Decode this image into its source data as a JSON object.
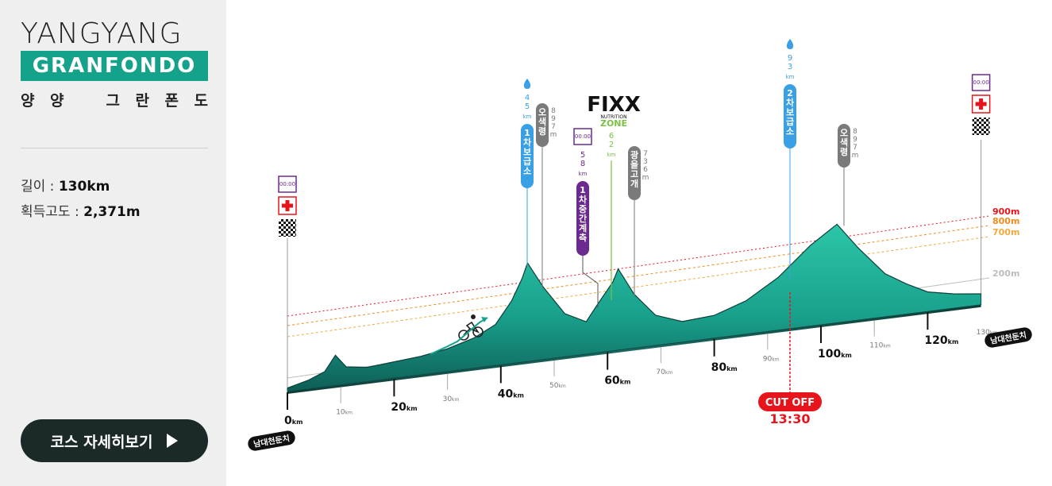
{
  "brand": {
    "title_en": "YANGYANG",
    "subtitle_en": "GRANFONDO",
    "title_kr": [
      "양",
      "양",
      "그",
      "란",
      "폰",
      "도"
    ]
  },
  "stats": {
    "distance_label": "길이 : ",
    "distance_value": "130km",
    "elevation_label": "획득고도 : ",
    "elevation_value": "2,371m"
  },
  "course_button": {
    "label": "코스 자세히보기"
  },
  "colors": {
    "accent": "#14a38a",
    "profile": "#1fae97",
    "profile_dark": "#0f3b38",
    "water": "#3aa0e6",
    "timing": "#6b2b8e",
    "fixx": "#7bc143",
    "cutoff": "#e8141b",
    "peak": "#7a7a7a"
  },
  "chart_data": {
    "type": "area",
    "title": "",
    "x_unit": "km",
    "x_ticks_major": [
      {
        "km": 0,
        "label": "0",
        "unit": "km"
      },
      {
        "km": 20,
        "label": "20",
        "unit": "km"
      },
      {
        "km": 40,
        "label": "40",
        "unit": "km"
      },
      {
        "km": 60,
        "label": "60",
        "unit": "km"
      },
      {
        "km": 80,
        "label": "80",
        "unit": "km"
      },
      {
        "km": 100,
        "label": "100",
        "unit": "km"
      },
      {
        "km": 120,
        "label": "120",
        "unit": "km"
      }
    ],
    "x_ticks_minor": [
      {
        "km": 10,
        "label": "10",
        "unit": "km"
      },
      {
        "km": 30,
        "label": "30",
        "unit": "km"
      },
      {
        "km": 50,
        "label": "50",
        "unit": "km"
      },
      {
        "km": 70,
        "label": "70",
        "unit": "km"
      },
      {
        "km": 90,
        "label": "90",
        "unit": "km"
      },
      {
        "km": 110,
        "label": "110",
        "unit": "km"
      },
      {
        "km": 130,
        "label": "130",
        "unit": "km"
      }
    ],
    "elevation_lines": [
      {
        "label": "900m",
        "color": "#e8141b"
      },
      {
        "label": "800m",
        "color": "#f08c1e"
      },
      {
        "label": "700m",
        "color": "#f0a93a"
      },
      {
        "label": "200m",
        "color": "#bdbdbd"
      }
    ],
    "profile": [
      {
        "km": 0,
        "m": 10
      },
      {
        "km": 4,
        "m": 60
      },
      {
        "km": 7,
        "m": 120
      },
      {
        "km": 9,
        "m": 260
      },
      {
        "km": 11,
        "m": 140
      },
      {
        "km": 15,
        "m": 110
      },
      {
        "km": 20,
        "m": 130
      },
      {
        "km": 25,
        "m": 150
      },
      {
        "km": 30,
        "m": 190
      },
      {
        "km": 35,
        "m": 260
      },
      {
        "km": 39,
        "m": 360
      },
      {
        "km": 42,
        "m": 560
      },
      {
        "km": 44,
        "m": 760
      },
      {
        "km": 45,
        "m": 897
      },
      {
        "km": 48,
        "m": 650
      },
      {
        "km": 52,
        "m": 380
      },
      {
        "km": 56,
        "m": 280
      },
      {
        "km": 58,
        "m": 420
      },
      {
        "km": 61,
        "m": 620
      },
      {
        "km": 62,
        "m": 736
      },
      {
        "km": 65,
        "m": 480
      },
      {
        "km": 69,
        "m": 260
      },
      {
        "km": 74,
        "m": 170
      },
      {
        "km": 80,
        "m": 190
      },
      {
        "km": 86,
        "m": 290
      },
      {
        "km": 92,
        "m": 470
      },
      {
        "km": 98,
        "m": 730
      },
      {
        "km": 103,
        "m": 897
      },
      {
        "km": 107,
        "m": 650
      },
      {
        "km": 112,
        "m": 380
      },
      {
        "km": 116,
        "m": 260
      },
      {
        "km": 120,
        "m": 160
      },
      {
        "km": 125,
        "m": 110
      },
      {
        "km": 130,
        "m": 80
      }
    ],
    "start": {
      "label": "남대천둔치",
      "km": 0
    },
    "finish": {
      "label": "남대천둔치",
      "km": 130
    },
    "markers": [
      {
        "type": "water",
        "km": 45,
        "dist_label": "45",
        "dist_unit": "km",
        "name": "1차보급소"
      },
      {
        "type": "peak",
        "km": 48,
        "name": "오색령",
        "elev_label": "897m"
      },
      {
        "type": "timing",
        "km": 58,
        "dist_label": "58",
        "dist_unit": "km",
        "name": "1차중간계측",
        "icon_text": "00:00"
      },
      {
        "type": "fixx",
        "km": 62,
        "dist_label": "62",
        "dist_unit": "km",
        "brand": "FIXX",
        "brand_sub": "NUTRITION",
        "brand_zone": "ZONE"
      },
      {
        "type": "peak",
        "km": 64,
        "name": "광을고개",
        "elev_label": "736m"
      },
      {
        "type": "water",
        "km": 93,
        "dist_label": "93",
        "dist_unit": "km",
        "name": "2차보급소"
      },
      {
        "type": "peak",
        "km": 103,
        "name": "오색령",
        "elev_label": "897m"
      }
    ],
    "cutoff": {
      "km": 93,
      "label": "CUT OFF",
      "time": "13:30"
    },
    "icon_timer_text": "00:00"
  }
}
